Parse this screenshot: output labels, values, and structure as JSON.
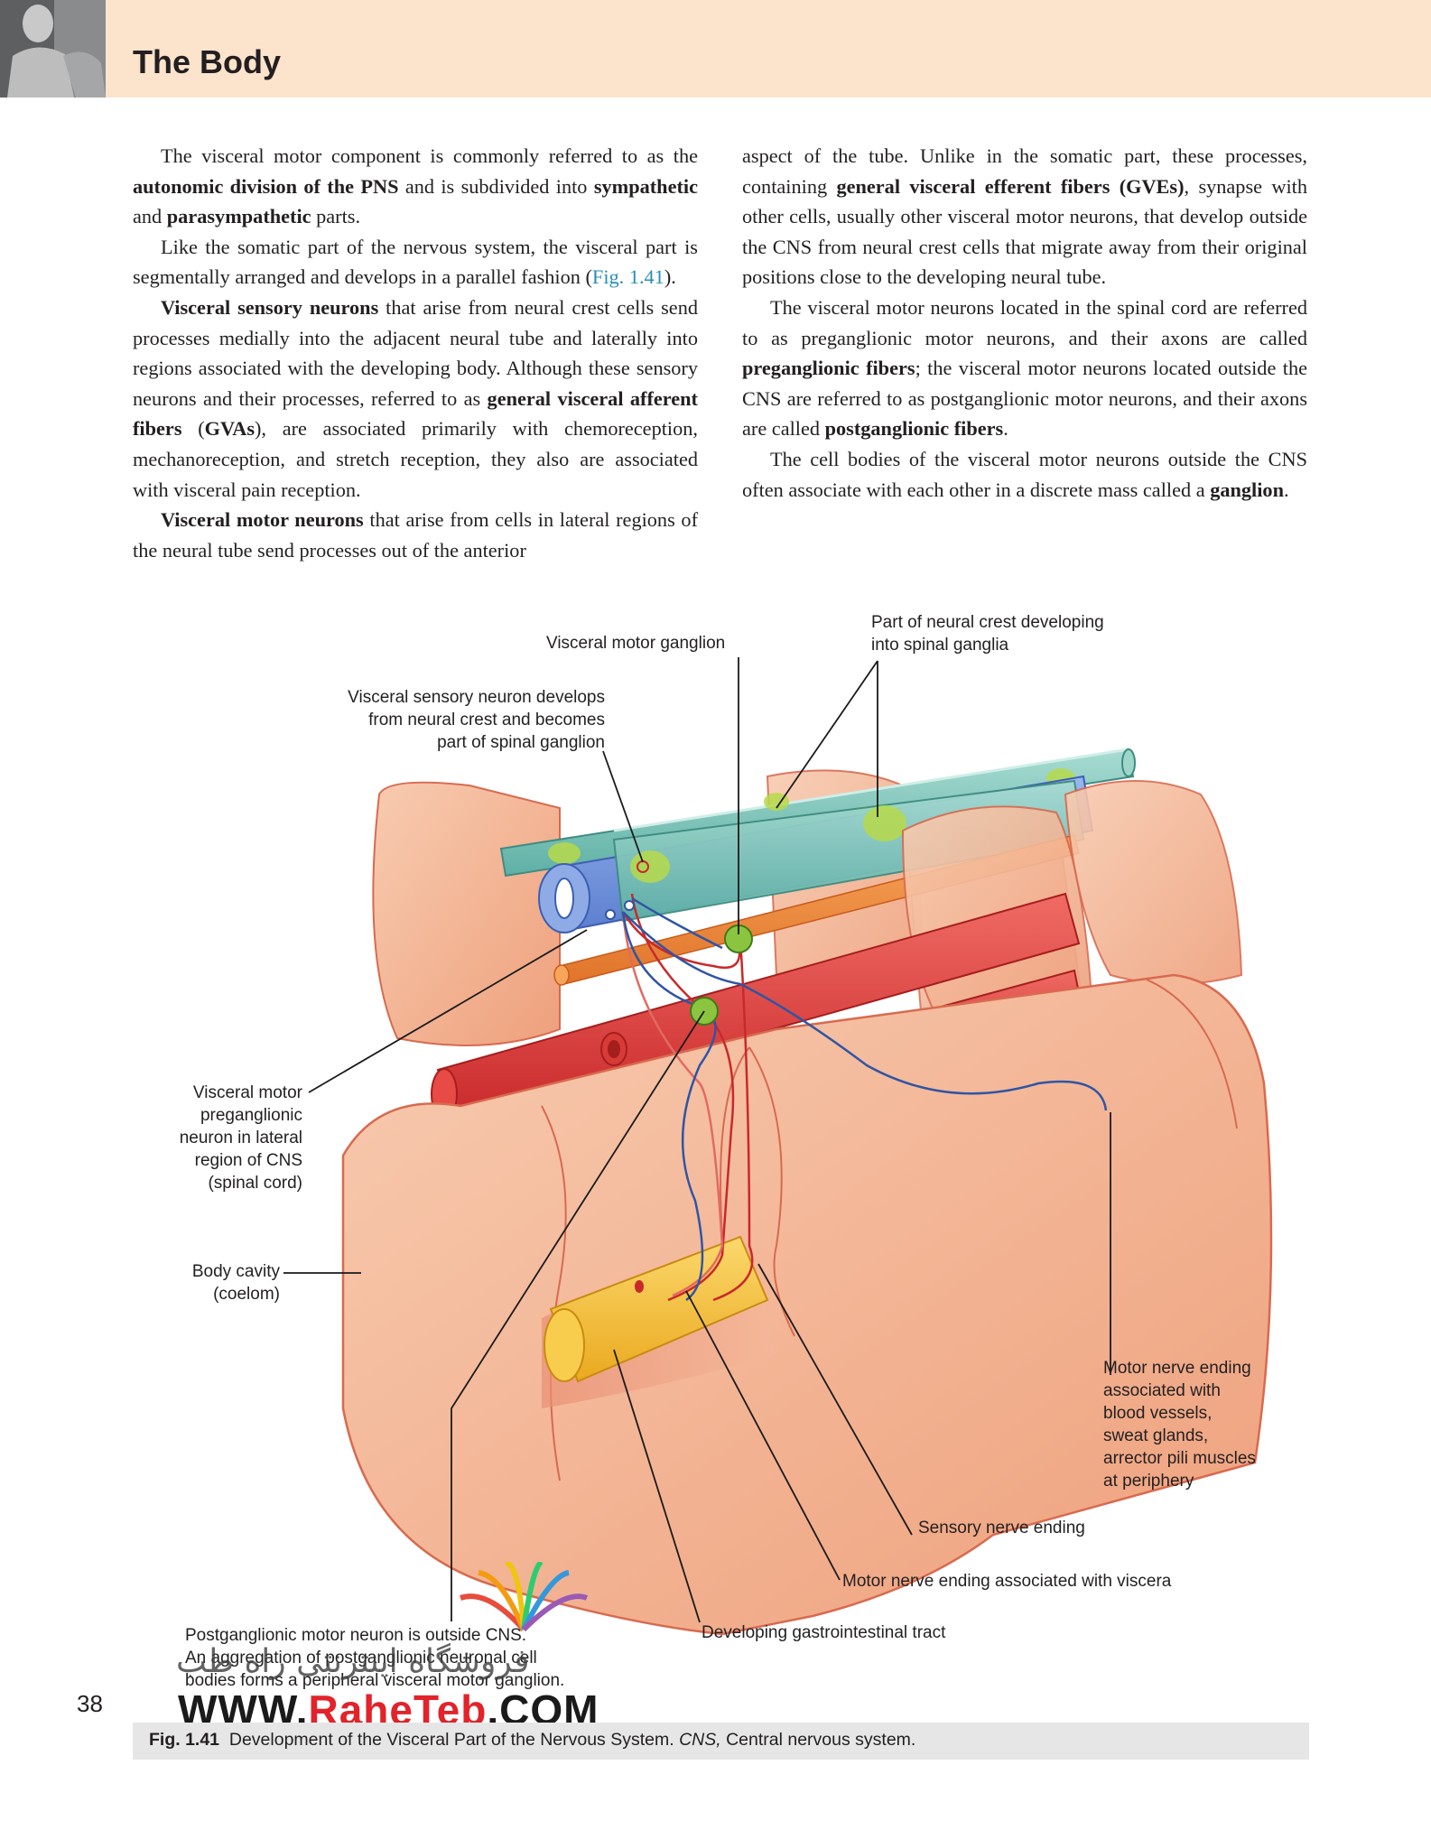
{
  "header": {
    "title": "The Body"
  },
  "left_column": [
    {
      "t": "The visceral motor component is commonly referred to as the "
    },
    {
      "b": "autonomic division of the PNS"
    },
    {
      "t": " and is subdivided into "
    },
    {
      "b": "sympathetic"
    },
    {
      "t": " and "
    },
    {
      "b": "parasympathetic"
    },
    {
      "t": " parts."
    }
  ],
  "left_p2": [
    "Like the somatic part of the nervous system, the visceral part is segmentally arranged and develops in a parallel fashion (",
    "Fig. 1.41",
    ")."
  ],
  "left_p3": [
    "Visceral sensory neurons",
    " that arise from neural crest cells send processes medially into the adjacent neural tube and laterally into regions associated with the developing body. Although these sensory neurons and their processes, referred to as ",
    "general visceral afferent fibers",
    " (",
    "GVAs",
    "), are associated primarily with chemoreception, mechanoreception, and stretch reception, they also are associated with visceral pain reception."
  ],
  "left_p4": [
    "Visceral motor neurons",
    " that arise from cells in lateral regions of the neural tube send processes out of the anterior"
  ],
  "right_p1": [
    "aspect of the tube. Unlike in the somatic part, these processes, containing ",
    "general visceral efferent fibers (GVEs)",
    ", synapse with other cells, usually other visceral motor neurons, that develop outside the CNS from neural crest cells that migrate away from their original positions close to the developing neural tube."
  ],
  "right_p2": [
    "The visceral motor neurons located in the spinal cord are referred to as preganglionic motor neurons, and their axons are called ",
    "preganglionic fibers",
    "; the visceral motor neurons located outside the CNS are referred to as postganglionic motor neurons, and their axons are called ",
    "postganglionic fibers",
    "."
  ],
  "right_p3": [
    "The cell bodies of the visceral motor neurons outside the CNS often associate with each other in a discrete mass called a ",
    "ganglion",
    "."
  ],
  "figure_labels": {
    "visceral_motor_ganglion": "Visceral motor ganglion",
    "neural_crest": "Part of neural crest developing\ninto spinal ganglia",
    "visceral_sensory": "Visceral sensory neuron develops\nfrom neural crest and becomes\npart of spinal ganglion",
    "preganglionic": "Visceral motor\npreganglionic\nneuron in lateral\nregion of CNS\n(spinal cord)",
    "body_cavity": "Body cavity\n(coelom)",
    "motor_nerve_periphery": "Motor nerve ending\nassociated with\nblood vessels,\nsweat glands,\narrector pili muscles\nat periphery",
    "sensory_nerve_ending": "Sensory nerve ending",
    "motor_nerve_viscera": "Motor nerve ending associated with viscera",
    "gi_tract": "Developing gastrointestinal tract",
    "postganglionic": "Postganglionic motor neuron is outside CNS.\nAn aggregation of postganglionic neuronal cell\nbodies forms a peripheral visceral motor ganglion."
  },
  "page_number": "38",
  "caption": {
    "fig": "Fig. 1.41",
    "text": "Development of the Visceral Part of the Nervous System. ",
    "abbr": "CNS,",
    "rest": " Central nervous system."
  },
  "watermark": {
    "url_dark1": "WWW.",
    "url_red": "RaheTeb",
    "url_dark2": ".COM",
    "persian": "فروشگاه اینترنتی راه طب"
  },
  "colors": {
    "header_bg": "#fbe3cc",
    "caption_bg": "#e6e6e6",
    "link": "#2a8db8",
    "tissue": "#f4b896",
    "vessel": "#e23b3b",
    "neural_tube": "#6f8fd6",
    "neural_crest": "#78c4b8",
    "gut": "#f6c341"
  }
}
